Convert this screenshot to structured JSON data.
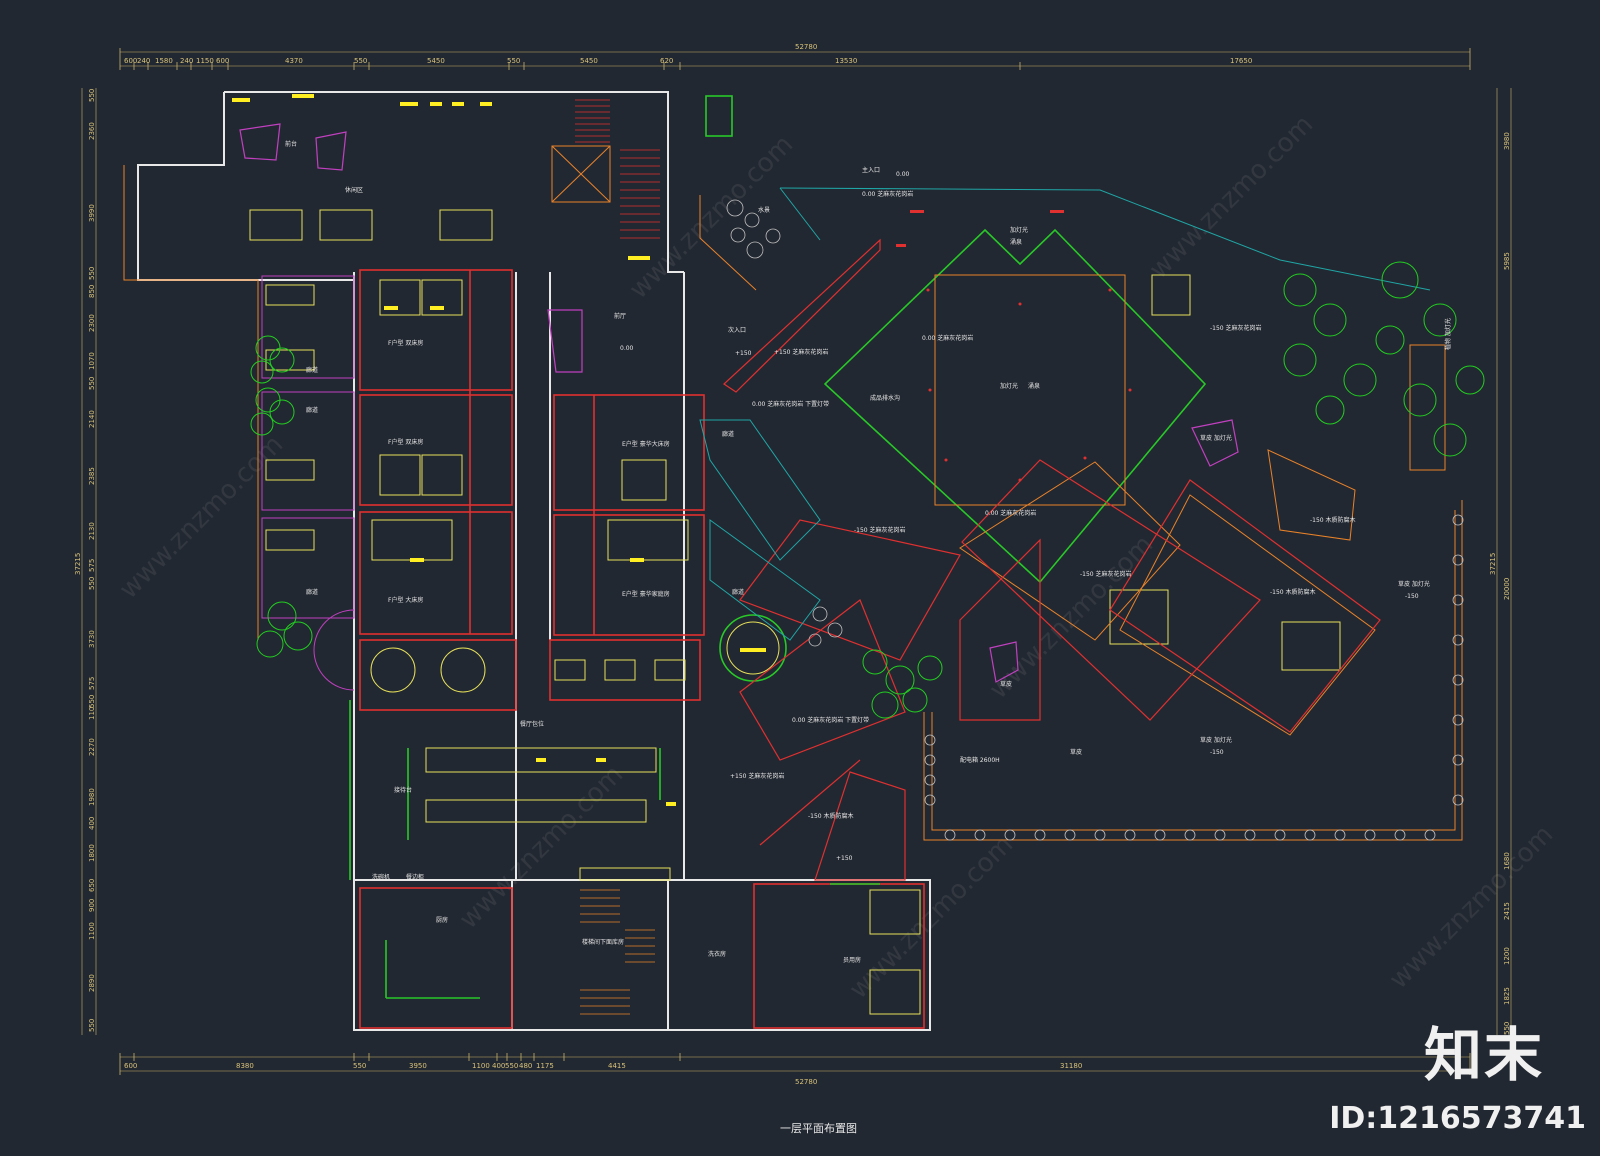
{
  "caption": "一层平面布置图",
  "brand": {
    "logo_text": "知末",
    "id_label": "ID:",
    "id_value": "1216573741"
  },
  "watermark_text": "www.znzmo.com",
  "dims": {
    "top_total": "52780",
    "top": [
      "600",
      "240",
      "1580",
      "240",
      "1150",
      "600",
      "4370",
      "550",
      "5450",
      "550",
      "5450",
      "620",
      "13530",
      "17650"
    ],
    "bottom_total": "52780",
    "bottom": [
      "600",
      "8380",
      "550",
      "3950",
      "1100",
      "400",
      "550",
      "480",
      "1175",
      "4415",
      "31180"
    ],
    "left_total": "37215",
    "left": [
      "550",
      "2360",
      "3990",
      "550",
      "850",
      "2300",
      "1070",
      "550",
      "2140",
      "2385",
      "2130",
      "575",
      "550",
      "3730",
      "575",
      "550",
      "110",
      "2270",
      "1980",
      "400",
      "1800",
      "650",
      "900",
      "1100",
      "2890",
      "550"
    ],
    "right": [
      "3980",
      "5985",
      "20000",
      "1680",
      "2415",
      "1200",
      "1825",
      "550"
    ],
    "right_total": "37215"
  },
  "rooms": {
    "front_desk": "前台",
    "lounge": "休闲区",
    "twin_a": "F户型 双床房",
    "twin_b": "F户型 双床房",
    "king": "F户型 大床房",
    "suite_a": "E户型 豪华大床房",
    "suite_b": "E户型 豪华家庭房",
    "lobby": "前厅",
    "dining": "餐厅包位",
    "reception": "接待台",
    "kitchen": "厨房",
    "storage": "楼梯间下面库房",
    "laundry": "洗衣房",
    "staff": "员用房",
    "water_feature": "水景",
    "pool_room": "配电箱 2600H",
    "wash": "洗碗机",
    "stove": "餐边柜",
    "corridor_a": "廊道",
    "corridor_b": "廊道",
    "corridor_c": "廊道",
    "corridor_d": "廊道",
    "corridor_e": "廊道"
  },
  "floor_labels": {
    "main_entry": "主入口",
    "main_entry_level": "0.00",
    "deck_level_1": "0.00  芝麻灰花岗岩",
    "deck_level_2": "0.00  芝麻灰花岗岩",
    "deck_level_3": "0.00  芝麻灰花岗岩 下置灯带",
    "lawn_1": "草皮  加灯光",
    "lawn_2": "草皮",
    "lawn_3": "草皮 加灯光",
    "lawn_4": "草皮 加灯光",
    "lawn_level": "-150",
    "wood_1": "-150  木质防腐木",
    "wood_2": "-150  芝麻灰花岗岩",
    "wood_3": "-150  木质防腐木",
    "sec_entry": "次入口",
    "sec_level": "+150",
    "step_1": "+150  芝麻灰花岗岩",
    "step_2": "+150  芝麻灰花岗岩",
    "step_3": "0.00  芝麻灰花岗岩  下置灯带",
    "step_4": "-150  木质防腐木",
    "center_1": "加灯光",
    "center_2": "涌泉",
    "center_3": "0.00  芝麻灰花岗岩",
    "center_4": "0.00  芝麻灰花岗岩",
    "drain": "成品排水沟",
    "lobby_level": "0.00",
    "ne_label": "-150  芝麻灰花岗岩",
    "tree_label": "植物 加灯光"
  }
}
